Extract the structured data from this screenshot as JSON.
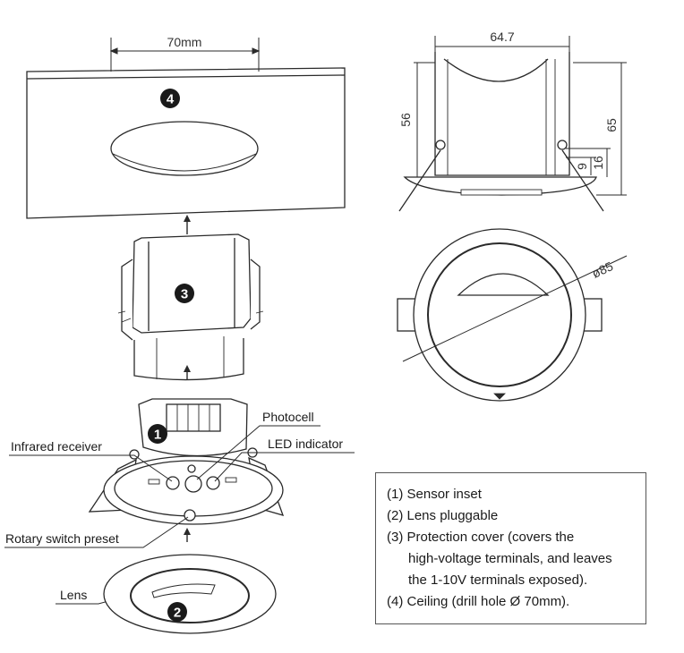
{
  "dimensions": {
    "drill_width": "70mm",
    "top_width": "64.7",
    "left_height": "56",
    "right_height": "65",
    "small_9": "9",
    "small_16": "16",
    "diameter": "ø85"
  },
  "callouts": {
    "photocell": "Photocell",
    "led_indicator": "LED indicator",
    "infrared_receiver": "Infrared receiver",
    "rotary_switch": "Rotary switch preset",
    "lens": "Lens"
  },
  "markers": {
    "m1": "1",
    "m2": "2",
    "m3": "3",
    "m4": "4"
  },
  "legend": {
    "line1": "(1) Sensor inset",
    "line2": "(2) Lens pluggable",
    "line3": "(3) Protection cover (covers the",
    "line4": "high-voltage terminals, and leaves",
    "line5": "the 1-10V terminals exposed).",
    "line6": "(4) Ceiling (drill hole Ø 70mm)."
  },
  "colors": {
    "line": "#2a2a2a",
    "marker": "#1a1a1a",
    "panel_fill": "#ffffff"
  }
}
